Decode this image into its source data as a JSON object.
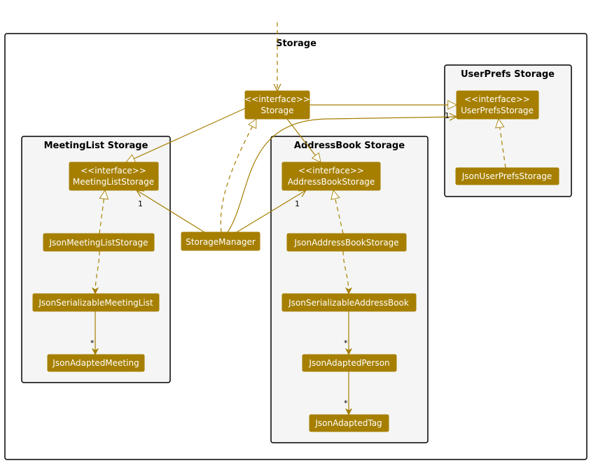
{
  "colors": {
    "class_fill": "#a67f00",
    "arrow": "#a67f00",
    "package_fill": "#f4f5f4",
    "package_border": "#000000"
  },
  "packages": {
    "storage": "Storage",
    "userprefs": "UserPrefs Storage",
    "meetinglist": "MeetingList Storage",
    "addressbook": "AddressBook Storage"
  },
  "classes": {
    "storage": {
      "stereotype": "<<interface>>",
      "name": "Storage"
    },
    "userprefs_storage": {
      "stereotype": "<<interface>>",
      "name": "UserPrefsStorage"
    },
    "json_userprefs_storage": {
      "name": "JsonUserPrefsStorage"
    },
    "meetinglist_storage": {
      "stereotype": "<<interface>>",
      "name": "MeetingListStorage"
    },
    "json_meetinglist_storage": {
      "name": "JsonMeetingListStorage"
    },
    "json_serializable_meetinglist": {
      "name": "JsonSerializableMeetingList"
    },
    "json_adapted_meeting": {
      "name": "JsonAdaptedMeeting"
    },
    "storage_manager": {
      "name": "StorageManager"
    },
    "addressbook_storage": {
      "stereotype": "<<interface>>",
      "name": "AddressBookStorage"
    },
    "json_addressbook_storage": {
      "name": "JsonAddressBookStorage"
    },
    "json_serializable_addressbook": {
      "name": "JsonSerializableAddressBook"
    },
    "json_adapted_person": {
      "name": "JsonAdaptedPerson"
    },
    "json_adapted_tag": {
      "name": "JsonAdaptedTag"
    }
  },
  "multiplicities": {
    "meetinglist_one": "1",
    "addressbook_one": "1",
    "userprefs_one": "1",
    "meeting_many": "*",
    "person_many": "*",
    "tag_many": "*"
  }
}
